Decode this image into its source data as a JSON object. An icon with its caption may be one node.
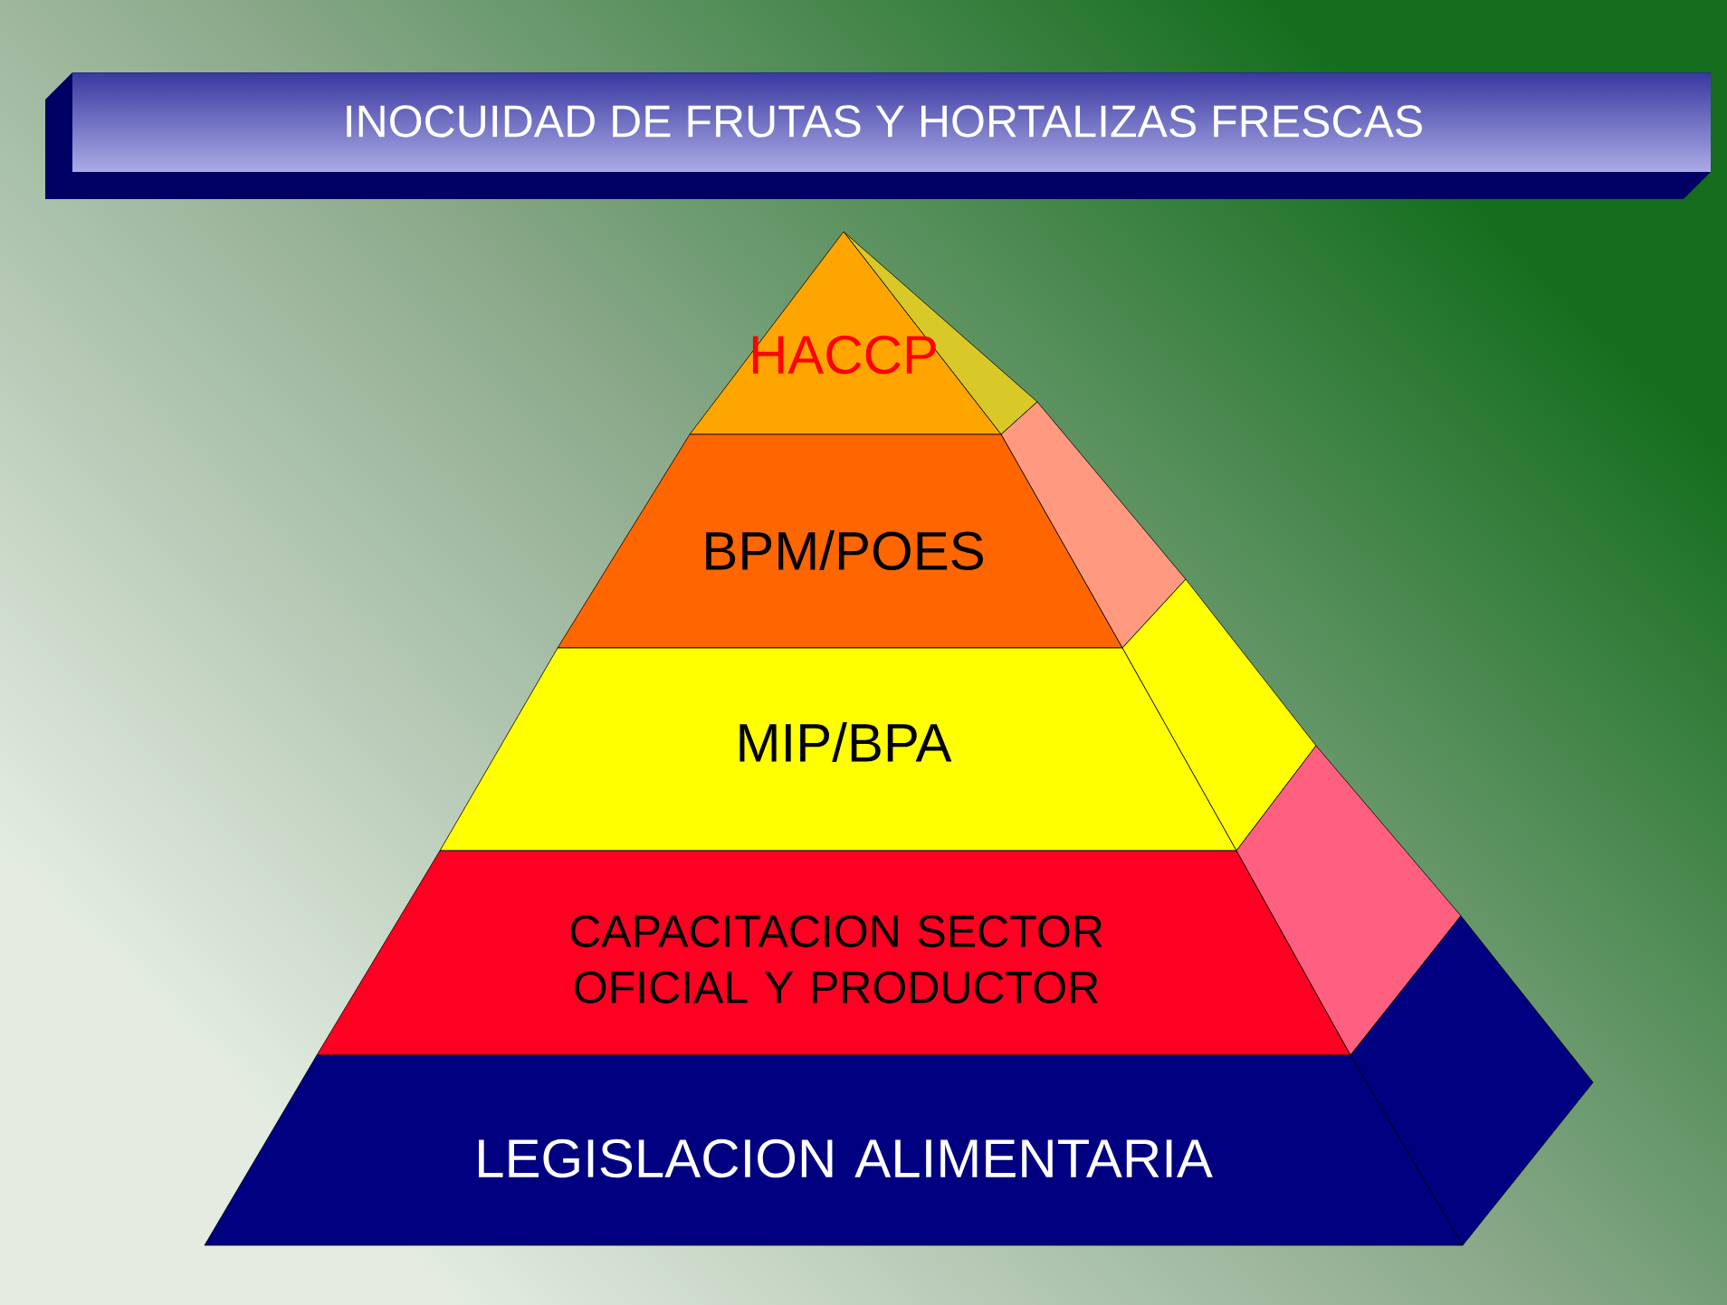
{
  "diagram": {
    "title": "INOCUIDAD DE FRUTAS Y HORTALIZAS FRESCAS",
    "nodes": [
      {
        "text": [
          "HACCP"
        ]
      },
      {
        "text": [
          "BPM/POES"
        ]
      },
      {
        "text": [
          "MIP/BPA"
        ]
      },
      {
        "text": [
          "CAPACITACION SECTOR OFICIAL Y PRODUCTOR"
        ]
      },
      {
        "text": [
          "LEGISLACION ALIMENTARIA"
        ]
      }
    ]
  }
}
